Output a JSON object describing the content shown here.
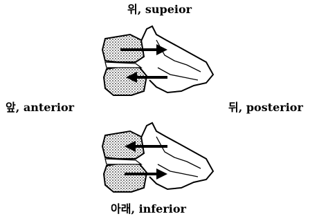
{
  "labels": {
    "superior": "위, supeior",
    "anterior": "앞, anterior",
    "posterior": "뒤, posterior",
    "inferior": "아래, inferior"
  },
  "figures": [
    {
      "name": "spine-segment-superior-glide",
      "upper_arrow": "right",
      "lower_arrow": "left"
    },
    {
      "name": "spine-segment-inferior-glide",
      "upper_arrow": "left",
      "lower_arrow": "right"
    }
  ],
  "colors": {
    "ink": "#000000",
    "background": "#ffffff"
  }
}
